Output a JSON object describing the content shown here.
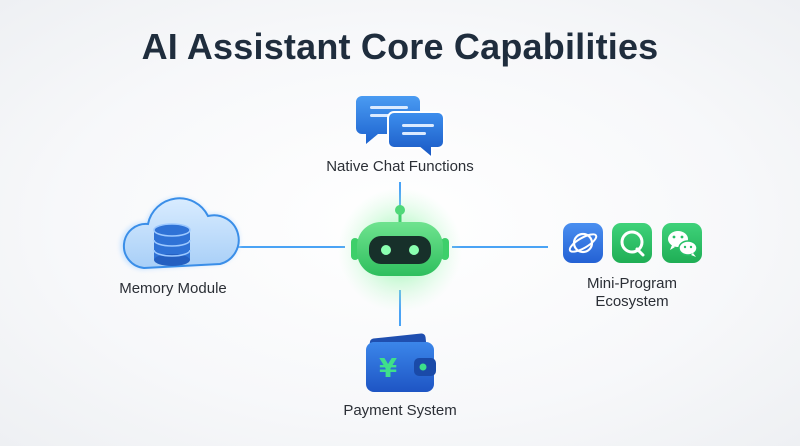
{
  "title": "AI Assistant Core Capabilities",
  "nodes": {
    "top": {
      "label": "Native Chat Functions",
      "icon": "chat-bubbles-icon"
    },
    "left": {
      "label": "Memory Module",
      "icon": "cloud-database-icon"
    },
    "right": {
      "label_line1": "Mini-Program",
      "label_line2": "Ecosystem",
      "icons": [
        "planet-app-icon",
        "q-app-icon",
        "wechat-icon"
      ]
    },
    "bottom": {
      "label": "Payment System",
      "icon": "wallet-yuan-icon",
      "symbol": "¥"
    },
    "center": {
      "icon": "robot-icon"
    }
  },
  "colors": {
    "title": "#1f2d3d",
    "connector": "#5aaaf5",
    "robot": "#3ecf6a",
    "glow": "#8ff2a8",
    "chat": "#1e78e0",
    "cloud": "#3a8ee8",
    "wallet": "#2a6ed8",
    "mp_blue": "#2e73e0",
    "mp_green": "#27c067",
    "wechat": "#26b754"
  }
}
